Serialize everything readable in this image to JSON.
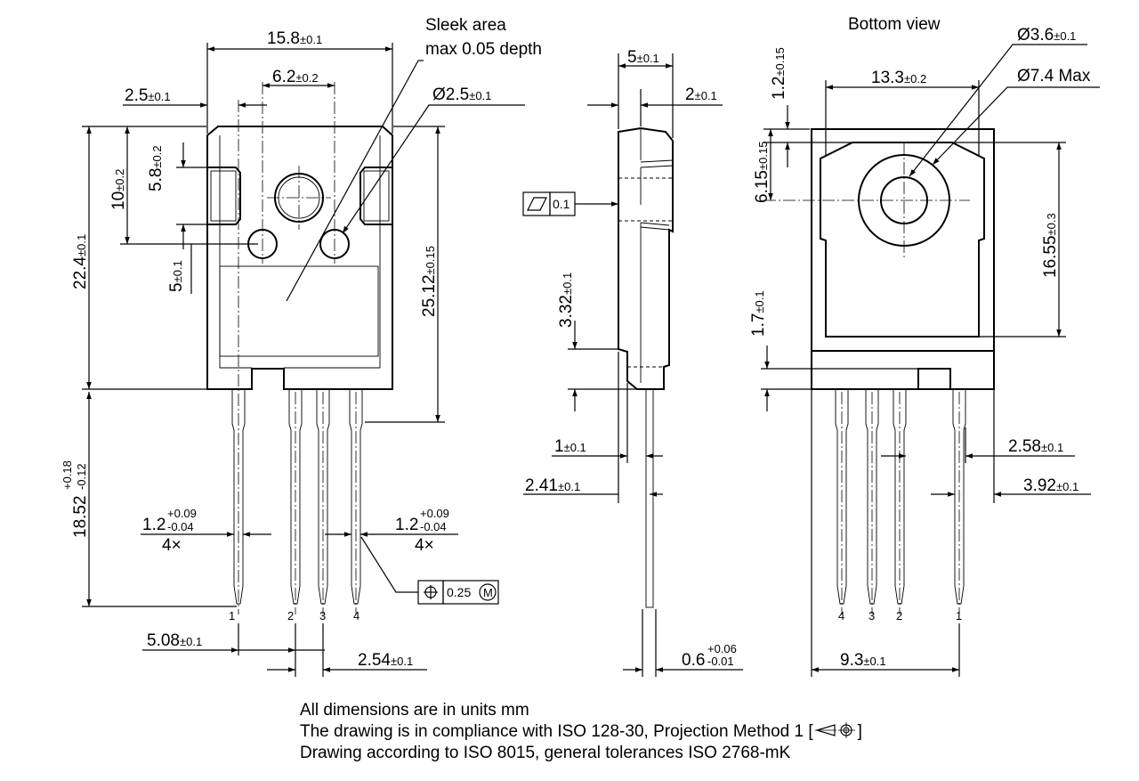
{
  "front_view": {
    "callout": {
      "line1": "Sleek area",
      "line2": "max 0.05 depth"
    },
    "hole_dia": {
      "value": "Ø2.5",
      "tol": "±0.1"
    },
    "width_total": {
      "value": "15.8",
      "tol": "±0.1"
    },
    "hole_spacing": {
      "value": "6.2",
      "tol": "±0.2"
    },
    "edge_to_hole": {
      "value": "2.5",
      "tol": "±0.1"
    },
    "hole_height": {
      "value": "5.8",
      "tol": "±0.2"
    },
    "slot_height": {
      "value": "10",
      "tol": "±0.2"
    },
    "body_height": {
      "value": "22.4",
      "tol": "±0.1"
    },
    "hole_offset": {
      "value": "5",
      "tol": "±0.1"
    },
    "overall_height": {
      "value": "25.12",
      "tol": "±0.15"
    },
    "lead_length": {
      "value": "18.52",
      "tol_plus": "+0.18",
      "tol_minus": "-0.12"
    },
    "lead_width_left": {
      "value": "1.2",
      "tol_plus": "+0.09",
      "tol_minus": "-0.04",
      "count": "4×"
    },
    "lead_width_right": {
      "value": "1.2",
      "tol_plus": "+0.09",
      "tol_minus": "-0.04",
      "count": "4×"
    },
    "position_tol": "0.25",
    "position_modifier": "M",
    "pitch_wide": {
      "value": "5.08",
      "tol": "±0.1"
    },
    "pitch": {
      "value": "2.54",
      "tol": "±0.1"
    },
    "pins": [
      "1",
      "2",
      "3",
      "4"
    ]
  },
  "side_view": {
    "thickness": {
      "value": "5",
      "tol": "±0.1"
    },
    "tab_thickness": {
      "value": "2",
      "tol": "±0.1"
    },
    "flatness": "0.1",
    "step_height": {
      "value": "3.32",
      "tol": "±0.1"
    },
    "lead_offset": {
      "value": "1",
      "tol": "±0.1"
    },
    "lead_position": {
      "value": "2.41",
      "tol": "±0.1"
    },
    "lead_thickness": {
      "value": "0.6",
      "tol_plus": "+0.06",
      "tol_minus": "-0.01"
    }
  },
  "bottom_view": {
    "title": "Bottom view",
    "hole_dia": {
      "value": "Ø3.6",
      "tol": "±0.1"
    },
    "pad_dia": "Ø7.4 Max",
    "tab_width": {
      "value": "13.3",
      "tol": "±0.2"
    },
    "tab_offset": {
      "value": "1.2",
      "tol": "±0.15"
    },
    "hole_from_top": {
      "value": "6.15",
      "tol": "±0.15"
    },
    "exposed_height": {
      "value": "16.55",
      "tol": "±0.3"
    },
    "lead_shoulder": {
      "value": "1.7",
      "tol": "±0.1"
    },
    "lead_offset_a": {
      "value": "2.58",
      "tol": "±0.1"
    },
    "lead_offset_b": {
      "value": "3.92",
      "tol": "±0.1"
    },
    "lead_span": {
      "value": "9.3",
      "tol": "±0.1"
    },
    "pins": [
      "4",
      "3",
      "2",
      "1"
    ]
  },
  "notes": {
    "line1": "All dimensions are in units mm",
    "line2_text": "The drawing is in compliance with ISO 128-30, Projection Method 1 [",
    "line2_end": "]",
    "line3": "Drawing according to ISO 8015, general tolerances ISO 2768-mK"
  }
}
